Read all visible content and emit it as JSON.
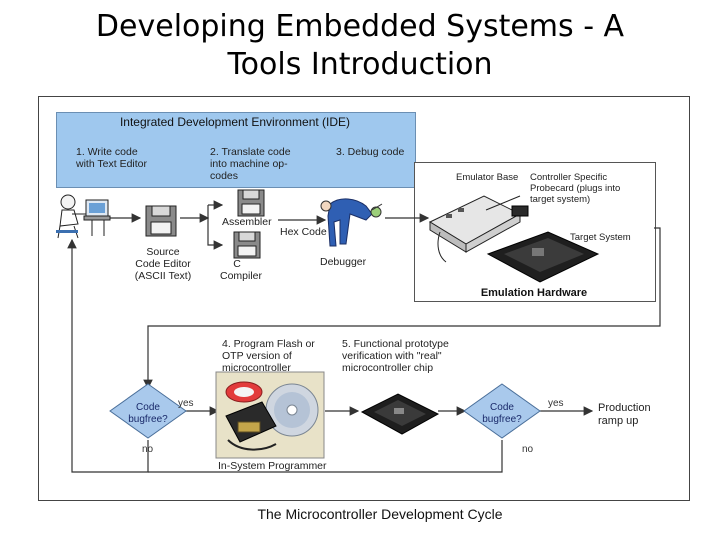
{
  "title": {
    "line1": "Developing Embedded Systems - A",
    "line2": "Tools Introduction"
  },
  "ide": {
    "title": "Integrated Development Environment (IDE)",
    "step1": "1. Write code\nwith Text Editor",
    "step2": "2. Translate code\ninto machine op-\ncodes",
    "step3": "3. Debug code"
  },
  "tools": {
    "source_editor": "Source\nCode Editor\n(ASCII Text)",
    "assembler": "Assembler",
    "c_compiler": "C\nCompiler",
    "hex_code": "Hex Code",
    "debugger": "Debugger"
  },
  "emulation": {
    "title": "Emulation Hardware",
    "emulator_base": "Emulator Base",
    "probecard": "Controller Specific\nProbecard (plugs into\ntarget system)",
    "target_system": "Target System"
  },
  "programming": {
    "step4": "4. Program Flash or\nOTP version of\nmicrocontroller",
    "step5": "5. Functional prototype\nverification with \"real\"\nmicrocontroller chip",
    "isp": "In-System Programmer"
  },
  "decisions": {
    "first": "Code\nbugfree?",
    "second": "Code\nbugfree?",
    "yes": "yes",
    "no": "no"
  },
  "production": "Production\nramp up",
  "caption": "The Microcontroller Development Cycle",
  "colors": {
    "ide_band": "#9fc8ee",
    "diamond": "#a9c9ec",
    "arrow": "#333333"
  },
  "icons": [
    "programmer-person-icon",
    "floppy-disk-icon",
    "debugger-person-icon",
    "emulator-board-icon",
    "target-board-icon",
    "isp-cable-icon",
    "cd-disc-icon",
    "prototype-board-icon"
  ]
}
